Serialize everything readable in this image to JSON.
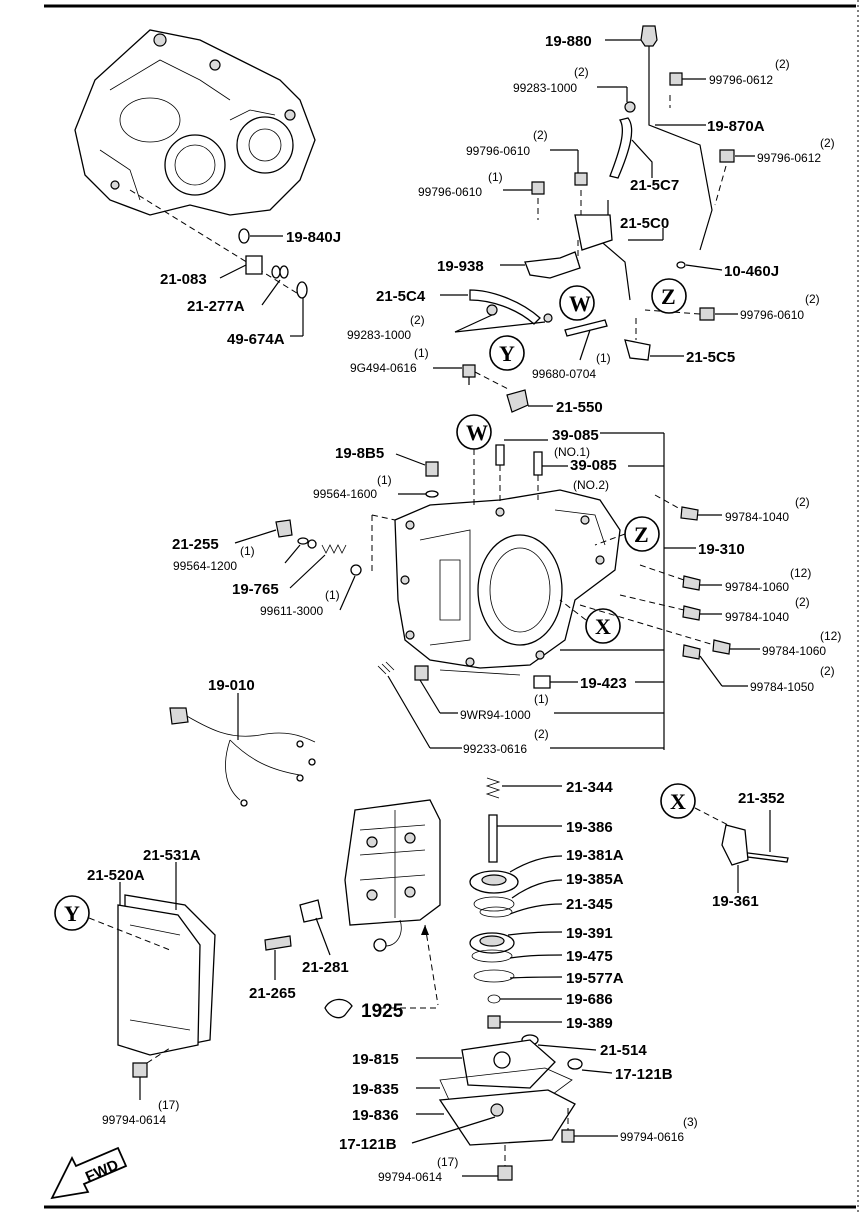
{
  "top_callouts": {
    "p_19_880": "19-880",
    "q_99283_top": "(2)",
    "p_99283_top": "99283-1000",
    "q_99796_0612_a": "(2)",
    "p_99796_0612_a": "99796-0612",
    "p_19_870A": "19-870A",
    "q_99796_0610_a": "(2)",
    "p_99796_0610_a": "99796-0610",
    "q_99796_0612_b": "(2)",
    "p_99796_0612_b": "99796-0612",
    "p_21_5C7": "21-5C7",
    "q_99796_0610_b": "(1)",
    "p_99796_0610_b": "99796-0610",
    "p_21_5C0": "21-5C0",
    "p_19_840J": "19-840J",
    "p_19_938": "19-938",
    "p_10_460J": "10-460J",
    "p_21_083": "21-083",
    "p_21_5C4": "21-5C4",
    "q_99796_0610_c": "(2)",
    "p_99796_0610_c": "99796-0610",
    "p_21_277A": "21-277A",
    "q_99283_mid": "(2)",
    "p_99283_mid": "99283-1000",
    "p_49_674A": "49-674A",
    "p_21_5C5": "21-5C5",
    "q_9G494": "(1)",
    "p_9G494": "9G494-0616",
    "q_99680": "(1)",
    "p_99680": "99680-0704",
    "p_21_550": "21-550"
  },
  "case_callouts": {
    "p_39_085_1": "39-085",
    "n_no1": "(NO.1)",
    "p_19_8B5": "19-8B5",
    "p_39_085_2": "39-085",
    "n_no2": "(NO.2)",
    "q_99564_1600": "(1)",
    "p_99564_1600": "99564-1600",
    "q_99784_1040_a": "(2)",
    "p_99784_1040_a": "99784-1040",
    "p_21_255": "21-255",
    "p_19_310": "19-310",
    "q_99564_1200": "(1)",
    "p_99564_1200": "99564-1200",
    "q_99784_1060_a": "(12)",
    "p_99784_1060_a": "99784-1060",
    "p_19_765": "19-765",
    "q_99784_1040_b": "(2)",
    "p_99784_1040_b": "99784-1040",
    "q_99611": "(1)",
    "p_99611": "99611-3000",
    "q_99784_1060_b": "(12)",
    "p_99784_1060_b": "99784-1060",
    "q_99784_1050": "(2)",
    "p_99784_1050": "99784-1050",
    "p_19_010": "19-010",
    "p_19_423": "19-423",
    "q_9WR94": "(1)",
    "p_9WR94": "9WR94-1000",
    "q_99233": "(2)",
    "p_99233": "99233-0616"
  },
  "lower_callouts": {
    "p_21_344": "21-344",
    "p_21_352": "21-352",
    "p_19_386": "19-386",
    "p_21_531A": "21-531A",
    "p_21_520A": "21-520A",
    "p_19_381A": "19-381A",
    "p_19_385A": "19-385A",
    "p_19_361": "19-361",
    "p_21_345": "21-345",
    "p_19_391": "19-391",
    "p_21_281": "21-281",
    "p_19_475": "19-475",
    "p_21_265": "21-265",
    "p_19_577A": "19-577A",
    "p_19_686": "19-686",
    "p_1925": "1925",
    "p_19_389": "19-389",
    "p_21_514": "21-514",
    "p_19_815": "19-815",
    "p_17_121B_a": "17-121B",
    "p_19_835": "19-835",
    "q_99794_0614_a": "(17)",
    "p_99794_0614_a": "99794-0614",
    "p_19_836": "19-836",
    "q_99794_0616": "(3)",
    "p_99794_0616": "99794-0616",
    "p_17_121B_b": "17-121B",
    "q_99794_0614_b": "(17)",
    "p_99794_0614_b": "99794-0614"
  },
  "refs": {
    "W": "W",
    "Z": "Z",
    "Y": "Y",
    "X": "X"
  },
  "fwd": "FWD"
}
